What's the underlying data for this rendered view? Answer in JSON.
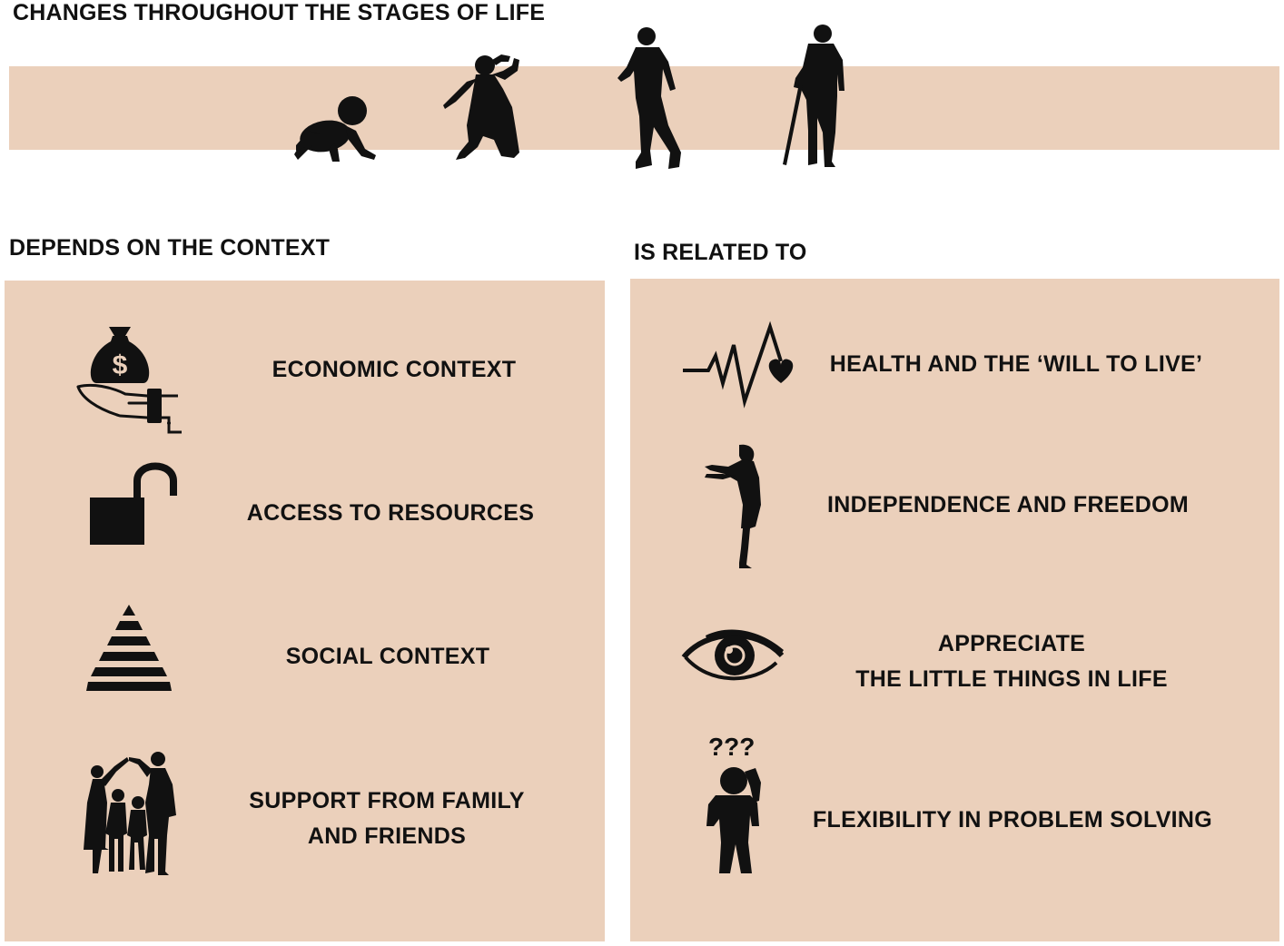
{
  "title": "CHANGES THROUGHOUT THE STAGES OF LIFE",
  "colors": {
    "panel": "#ebd0bb",
    "ink": "#111111",
    "background": "#ffffff"
  },
  "life_stages": {
    "icons": [
      "crawling-baby-icon",
      "jumping-child-icon",
      "walking-adult-icon",
      "elderly-with-cane-icon"
    ]
  },
  "left_section": {
    "heading": "DEPENDS ON THE CONTEXT",
    "items": [
      {
        "icon": "money-bag-in-hand-icon",
        "lines": [
          "ECONOMIC CONTEXT"
        ]
      },
      {
        "icon": "open-padlock-icon",
        "lines": [
          "ACCESS TO RESOURCES"
        ]
      },
      {
        "icon": "striped-pyramid-icon",
        "lines": [
          "SOCIAL CONTEXT"
        ]
      },
      {
        "icon": "family-group-icon",
        "lines": [
          "SUPPORT FROM FAMILY",
          "AND FRIENDS"
        ]
      }
    ]
  },
  "right_section": {
    "heading": "IS RELATED TO",
    "items": [
      {
        "icon": "heartbeat-heart-icon",
        "lines": [
          "HEALTH AND THE ‘WILL TO LIVE’"
        ]
      },
      {
        "icon": "free-figure-icon",
        "lines": [
          "INDEPENDENCE AND FREEDOM"
        ]
      },
      {
        "icon": "eye-icon",
        "lines": [
          "APPRECIATE",
          "THE LITTLE THINGS IN LIFE"
        ]
      },
      {
        "icon": "thinking-person-icon",
        "lines": [
          "FLEXIBILITY IN PROBLEM SOLVING"
        ]
      }
    ]
  }
}
